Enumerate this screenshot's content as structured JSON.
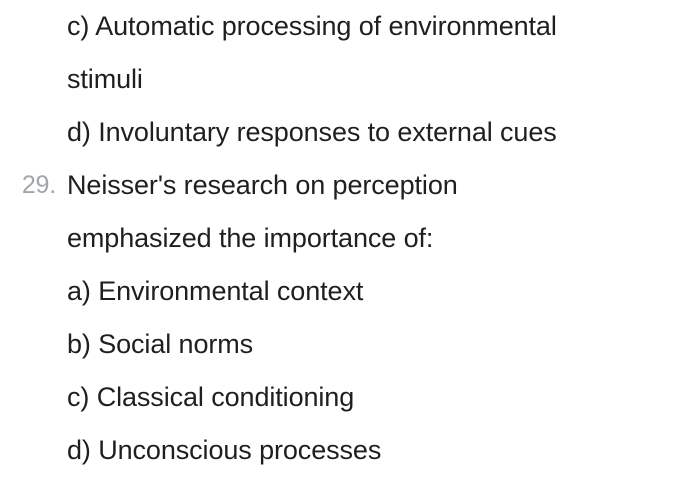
{
  "document": {
    "type": "multiple-choice-quiz",
    "background_color": "#ffffff",
    "text_color": "#1f1f1f",
    "number_color": "#a2a6aa",
    "lines": [
      {
        "number": "",
        "text": "c) Automatic processing of environmental"
      },
      {
        "number": "",
        "text": "stimuli"
      },
      {
        "number": "",
        "text": "d) Involuntary responses to external cues"
      },
      {
        "number": "29.",
        "text": "Neisser's research on perception"
      },
      {
        "number": "",
        "text": "emphasized the importance of:"
      },
      {
        "number": "",
        "text": "a) Environmental context"
      },
      {
        "number": "",
        "text": "b) Social norms"
      },
      {
        "number": "",
        "text": "c) Classical conditioning"
      },
      {
        "number": "",
        "text": "d) Unconscious processes"
      }
    ],
    "questions": [
      {
        "number": "29.",
        "prompt": "Neisser's research on perception emphasized the importance of:",
        "options": [
          {
            "label": "a)",
            "text": "Environmental context"
          },
          {
            "label": "b)",
            "text": "Social norms"
          },
          {
            "label": "c)",
            "text": "Classical conditioning"
          },
          {
            "label": "d)",
            "text": "Unconscious processes"
          }
        ]
      }
    ],
    "partial_question_above": {
      "options": [
        {
          "label": "c)",
          "text": "Automatic processing of environmental stimuli"
        },
        {
          "label": "d)",
          "text": "Involuntary responses to external cues"
        }
      ]
    }
  }
}
